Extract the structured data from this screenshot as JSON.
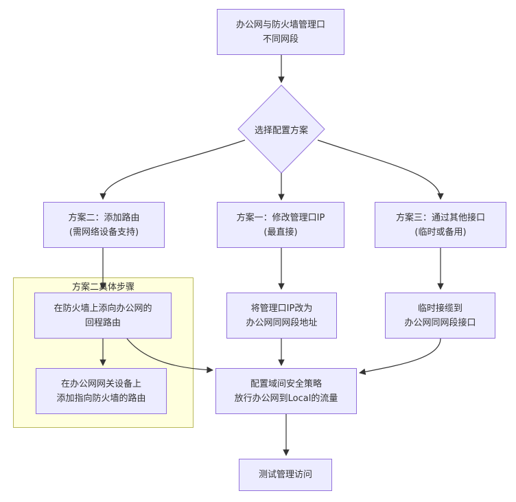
{
  "diagram": {
    "cluster": {
      "title": "方案二具体步骤"
    },
    "nodes": {
      "start": {
        "line1": "办公网与防火墙管理口",
        "line2": "不同网段"
      },
      "decision": {
        "label": "选择配置方案"
      },
      "plan2": {
        "line1": "方案二：添加路由",
        "line2": "(需网络设备支持)"
      },
      "plan1": {
        "line1": "方案一：修改管理口IP",
        "line2": "(最直接)"
      },
      "plan3": {
        "line1": "方案三：通过其他接口",
        "line2": "(临时或备用)"
      },
      "fw_route": {
        "line1": "在防火墙上添向办公网的",
        "line2": "回程路由"
      },
      "gw_route": {
        "line1": "在办公网网关设备上",
        "line2": "添加指向防火墙的路由"
      },
      "change_ip": {
        "line1": "将管理口IP改为",
        "line2": "办公网同网段地址"
      },
      "temp_cable": {
        "line1": "临时接缆到",
        "line2": "办公网同网段接口"
      },
      "policy": {
        "line1": "配置域间安全策略",
        "line2": "放行办公网到Local的流量"
      },
      "test": {
        "line1": "测试管理访问"
      }
    },
    "colors": {
      "node_fill": "#ececff",
      "node_border": "#9370db",
      "cluster_fill": "#ffffde",
      "cluster_border": "#b8b85a",
      "edge": "#333333",
      "text": "#333333"
    }
  }
}
